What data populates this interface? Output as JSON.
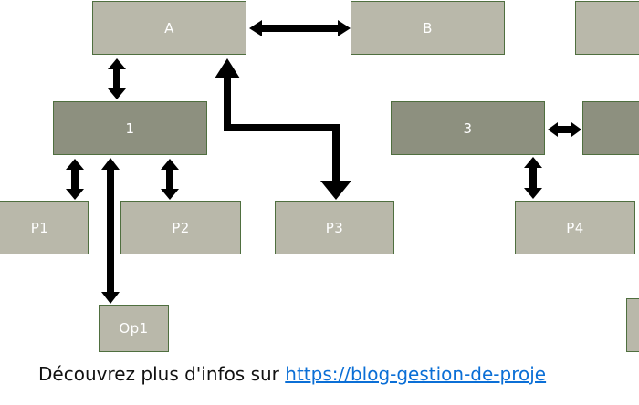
{
  "nodes": {
    "A": "A",
    "B": "B",
    "n1": "1",
    "n3": "3",
    "P1": "P1",
    "P2": "P2",
    "P3": "P3",
    "P4": "P4",
    "Op1": "Op1"
  },
  "footer": {
    "text": "Découvrez plus d'infos sur",
    "link": "https://blog-gestion-de-proje"
  },
  "colors": {
    "light_box": "#b9b8aa",
    "dark_box": "#8d907f",
    "border": "#4f6f3f",
    "arrow": "#000000",
    "link": "#0b6fd6"
  }
}
